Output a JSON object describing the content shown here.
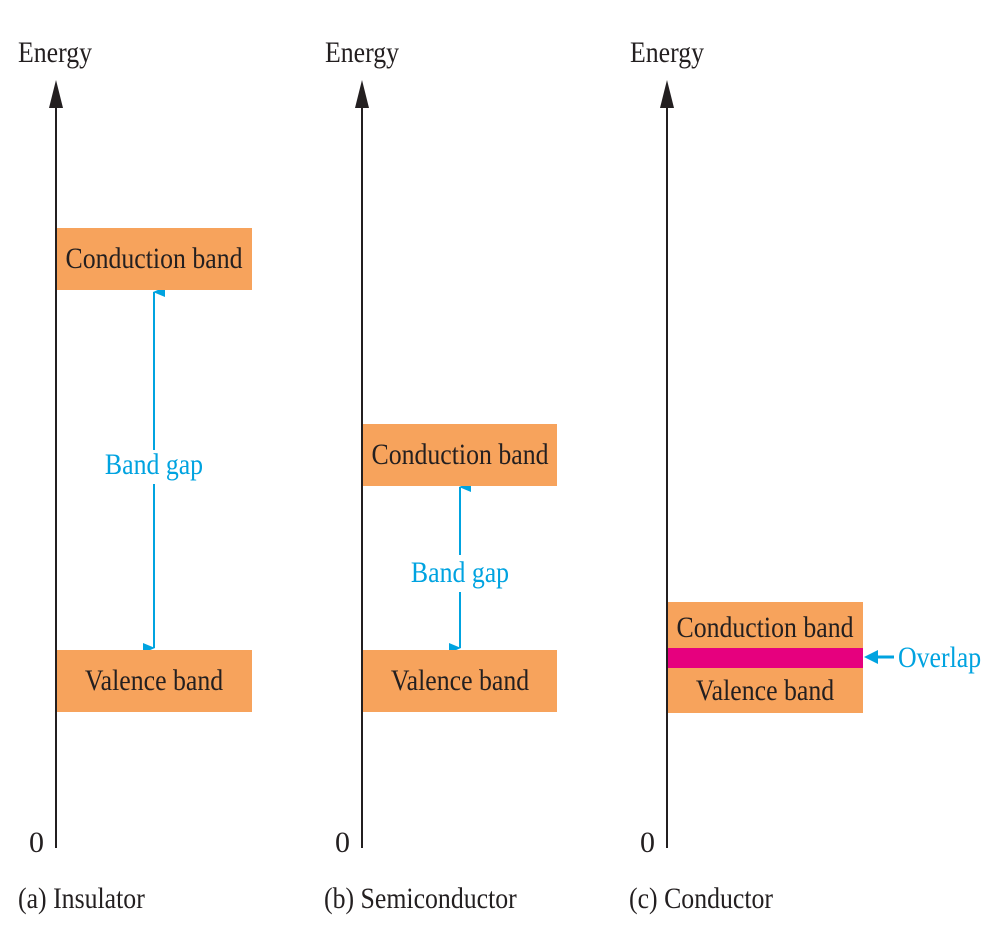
{
  "colors": {
    "band": "#f7a35c",
    "gap": "#00a3e0",
    "overlap": "#e6007e",
    "axis": "#231f20"
  },
  "panels": [
    {
      "axis_label": "Energy",
      "origin_label": "0",
      "caption": "(a) Insulator",
      "conduction_band": "Conduction band",
      "valence_band": "Valence band",
      "gap_label": "Band gap"
    },
    {
      "axis_label": "Energy",
      "origin_label": "0",
      "caption": "(b) Semiconductor",
      "conduction_band": "Conduction band",
      "valence_band": "Valence band",
      "gap_label": "Band gap"
    },
    {
      "axis_label": "Energy",
      "origin_label": "0",
      "caption": "(c) Conductor",
      "conduction_band": "Conduction band",
      "valence_band": "Valence band",
      "overlap_label": "Overlap"
    }
  ]
}
